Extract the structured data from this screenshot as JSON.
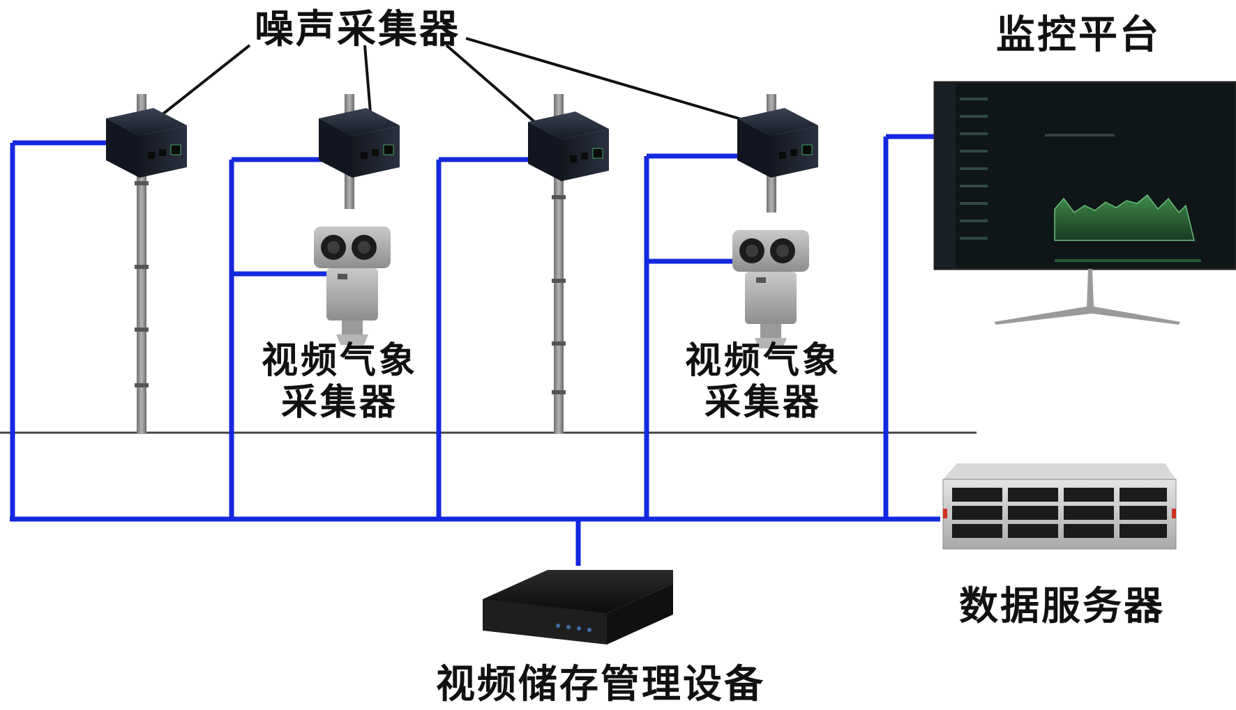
{
  "labels": {
    "noise_collector": "噪声采集器",
    "monitor_platform": "监控平台",
    "video_weather_left": [
      "视频气象",
      "采集器"
    ],
    "video_weather_right": [
      "视频气象",
      "采集器"
    ],
    "data_server": "数据服务器",
    "video_storage": "视频储存管理设备"
  },
  "colors": {
    "network_line": "#1428e0",
    "ground_line": "#444444",
    "callout_line": "#111111",
    "device_dark": "#1c2230",
    "pole": "#8a8a8a",
    "monitor_screen": "#0f1618",
    "chart_fill": "#2e6b3a"
  },
  "icons": {
    "noise_collector": "network-box-icon",
    "weather_camera": "dual-lens-camera-icon",
    "monitor": "monitor-icon",
    "server": "rack-server-icon",
    "nvr": "nvr-recorder-icon",
    "pole": "light-pole-icon"
  }
}
